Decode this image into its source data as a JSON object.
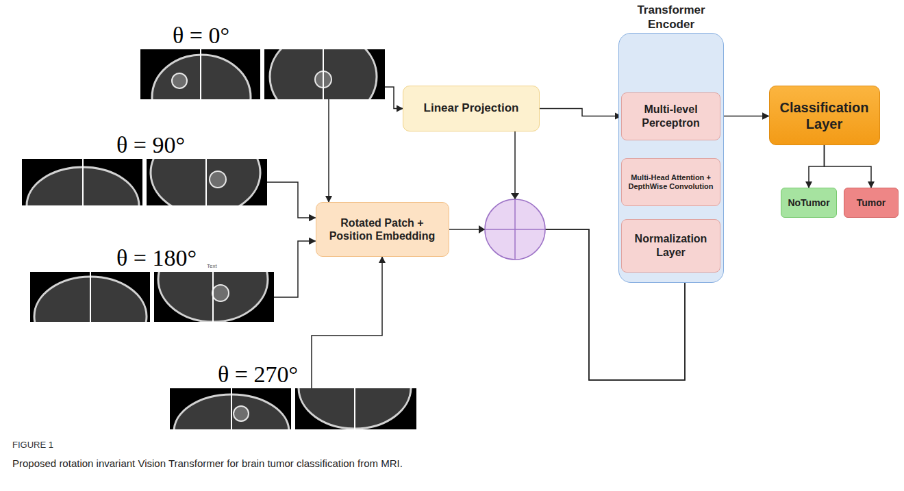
{
  "diagram": {
    "caption": "Proposed rotation invariant Vision Transformer for brain tumor classification from MRI.",
    "nodes": [
      {
        "text": [
          "θ = 0°"
        ]
      },
      {
        "text": [
          "θ = 90°"
        ]
      },
      {
        "text": [
          "θ = 180°"
        ]
      },
      {
        "text": [
          "θ = 270°"
        ]
      },
      {
        "text": [
          "Linear Projection"
        ]
      },
      {
        "text": [
          "Rotated Patch + Position Embedding"
        ]
      },
      {
        "text": [
          "Transformer Encoder"
        ]
      },
      {
        "text": [
          "Multi-level Perceptron"
        ],
        "in": 6
      },
      {
        "text": [
          "Multi-Head Attention + DepthWise Convolution"
        ],
        "in": 6
      },
      {
        "text": [
          "Normalization Layer"
        ],
        "in": 6
      },
      {
        "text": [
          "Classification Layer"
        ]
      },
      {
        "text": [
          "NoTumor"
        ]
      },
      {
        "text": [
          "Tumor"
        ]
      }
    ],
    "edges": [
      {
        "from": 0,
        "to": 4,
        "arrow": "to"
      },
      {
        "from": 0,
        "to": 5,
        "arrow": "to"
      },
      {
        "from": 1,
        "to": 5,
        "arrow": "to"
      },
      {
        "from": 2,
        "to": 5,
        "arrow": "to"
      },
      {
        "from": 3,
        "to": 5,
        "arrow": "to"
      },
      {
        "from": 4,
        "to": 9,
        "arrow": "to"
      },
      {
        "from": 5,
        "to": 9,
        "arrow": "to"
      },
      {
        "from": 4,
        "to": 7,
        "arrow": "to"
      },
      {
        "from": 9,
        "to": 8,
        "arrow": "to"
      },
      {
        "from": 8,
        "to": 7,
        "arrow": "to"
      },
      {
        "from": 7,
        "to": 10,
        "arrow": "to"
      },
      {
        "from": 10,
        "to": 11,
        "arrow": "to"
      },
      {
        "from": 10,
        "to": 12,
        "arrow": "to"
      }
    ],
    "labels": [
      "Text",
      "FIGURE 1"
    ]
  }
}
